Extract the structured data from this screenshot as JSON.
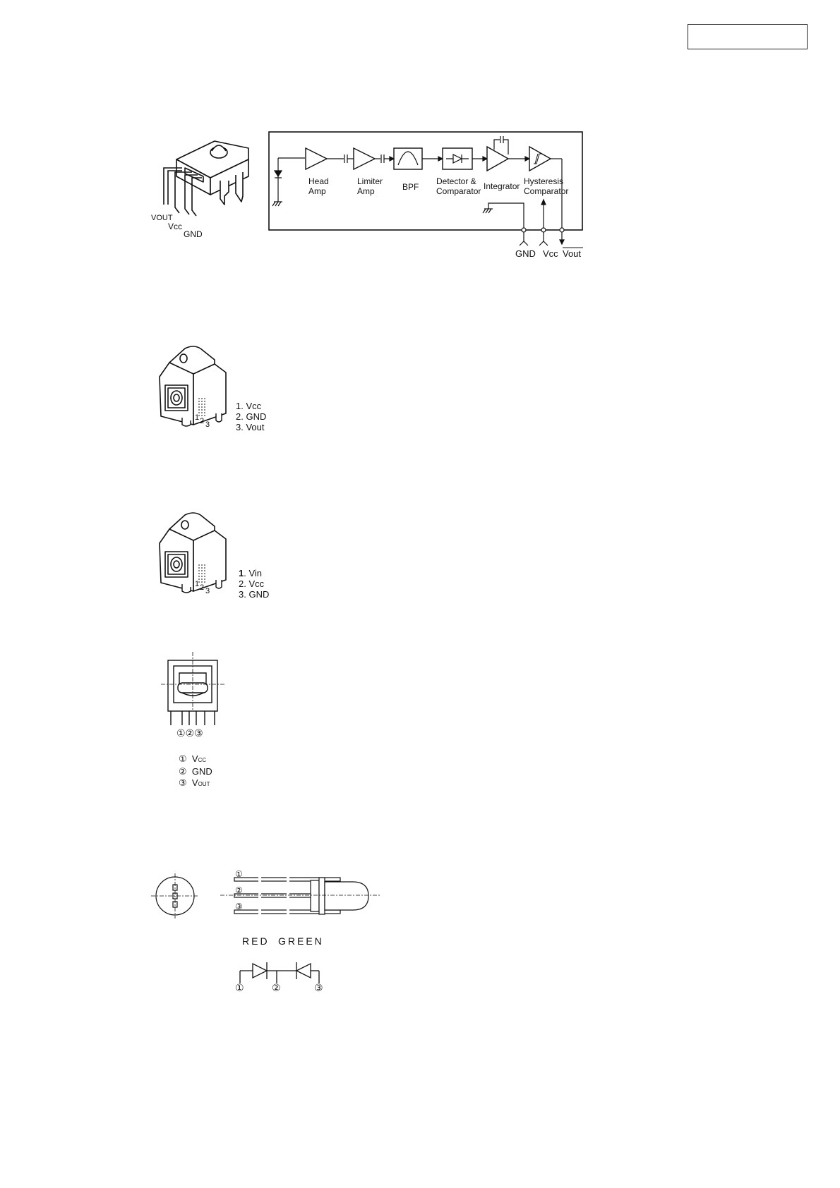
{
  "block_diagram": {
    "stages": [
      "Head\nAmp",
      "Limiter\nAmp",
      "BPF",
      "Detector &\nComparator",
      "Integrator",
      "Hysteresis\nComparator"
    ],
    "terminals": [
      "GND",
      "Vcc",
      "Vout"
    ]
  },
  "module1_pins": [
    "VOUT",
    "Vcc",
    "GND"
  ],
  "receiver_pin_numbers": [
    "1",
    "2",
    "3"
  ],
  "receiver_pins": [
    "1. Vcc",
    "2. GND",
    "3. Vout"
  ],
  "transmitter_pins_num": [
    "1",
    "2",
    "3"
  ],
  "transmitter_pins_text": [
    ". Vin",
    ". Vcc",
    ". GND"
  ],
  "optical_pin_marks": [
    "①",
    "②",
    "③"
  ],
  "optical_pins": {
    "vcc": {
      "mark": "①",
      "main": "V",
      "sub": "CC"
    },
    "gnd": {
      "mark": "②",
      "main": "GND"
    },
    "vout": {
      "mark": "③",
      "main": "V",
      "sub": "OUT"
    }
  },
  "led": {
    "pin_marks": [
      "①",
      "②",
      "③"
    ],
    "red_label": "RED",
    "green_label": "GREEN"
  }
}
